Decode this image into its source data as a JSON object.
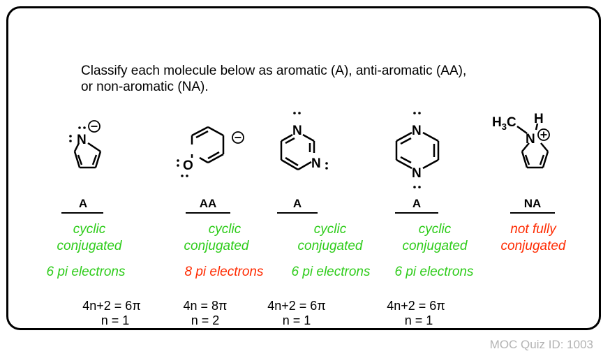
{
  "prompt": {
    "line1": "Classify each molecule below as aromatic (A), anti-aromatic (AA),",
    "line2": "or non-aromatic (NA)."
  },
  "molecules": [
    {
      "atoms": {
        "n": "N"
      },
      "answer": "A",
      "reason1": "cyclic",
      "reason2": "conjugated",
      "electrons": "6 pi electrons",
      "calc1": "4n+2 = 6π",
      "calc2": "n = 1"
    },
    {
      "atoms": {
        "o": "O"
      },
      "answer": "AA",
      "reason1": "cyclic",
      "reason2": "conjugated",
      "electrons": "8 pi electrons",
      "calc1": "4n = 8π",
      "calc2": "n = 2"
    },
    {
      "atoms": {
        "n1": "N",
        "n2": "N"
      },
      "answer": "A",
      "reason1": "cyclic",
      "reason2": "conjugated",
      "electrons": "6 pi electrons",
      "calc1": "4n+2 = 6π",
      "calc2": "n = 1"
    },
    {
      "atoms": {
        "n1": "N",
        "n2": "N"
      },
      "answer": "A",
      "reason1": "cyclic",
      "reason2": "conjugated",
      "electrons": "6 pi electrons",
      "calc1": "4n+2 = 6π",
      "calc2": "n = 1"
    },
    {
      "atoms": {
        "n": "N",
        "h": "H",
        "c": "C",
        "h3": "H",
        "sub": "3"
      },
      "answer": "NA",
      "reason1": "not fully",
      "reason2": "conjugated"
    }
  ],
  "quiz_id": "MOC Quiz ID: 1003",
  "colors": {
    "good": "#2ecc1a",
    "bad": "#ff2a00",
    "quiz": "#b3b3b3"
  }
}
